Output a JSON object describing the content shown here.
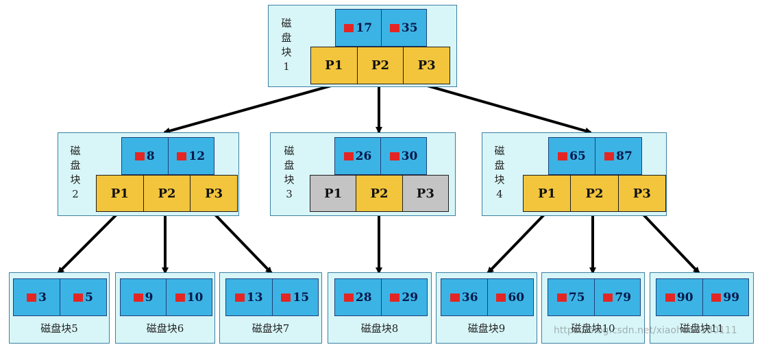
{
  "colors": {
    "node_bg": "#d8f6f8",
    "key_cell": "#3bb4e5",
    "pointer_cell": "#f2c53d",
    "pointer_disabled": "#c4c4c4",
    "key_marker": "#e32624",
    "arrow": "#000000"
  },
  "root": {
    "label": "磁盘块1",
    "keys": [
      "17",
      "35"
    ],
    "pointers": [
      "P1",
      "P2",
      "P3"
    ]
  },
  "level2": [
    {
      "label": "磁盘块2",
      "keys": [
        "8",
        "12"
      ],
      "pointers": [
        "P1",
        "P2",
        "P3"
      ]
    },
    {
      "label": "磁盘块3",
      "keys": [
        "26",
        "30"
      ],
      "pointers": [
        "P1",
        "P2",
        "P3"
      ]
    },
    {
      "label": "磁盘块4",
      "keys": [
        "65",
        "87"
      ],
      "pointers": [
        "P1",
        "P2",
        "P3"
      ]
    }
  ],
  "leaves": [
    {
      "label": "磁盘块5",
      "keys": [
        "3",
        "5"
      ]
    },
    {
      "label": "磁盘块6",
      "keys": [
        "9",
        "10"
      ]
    },
    {
      "label": "磁盘块7",
      "keys": [
        "13",
        "15"
      ]
    },
    {
      "label": "磁盘块8",
      "keys": [
        "28",
        "29"
      ]
    },
    {
      "label": "磁盘块9",
      "keys": [
        "36",
        "60"
      ]
    },
    {
      "label": "磁盘块10",
      "keys": [
        "75",
        "79"
      ]
    },
    {
      "label": "磁盘块11",
      "keys": [
        "90",
        "99"
      ]
    }
  ],
  "watermark": "https://blog.csdn.net/xiaohan0130111"
}
